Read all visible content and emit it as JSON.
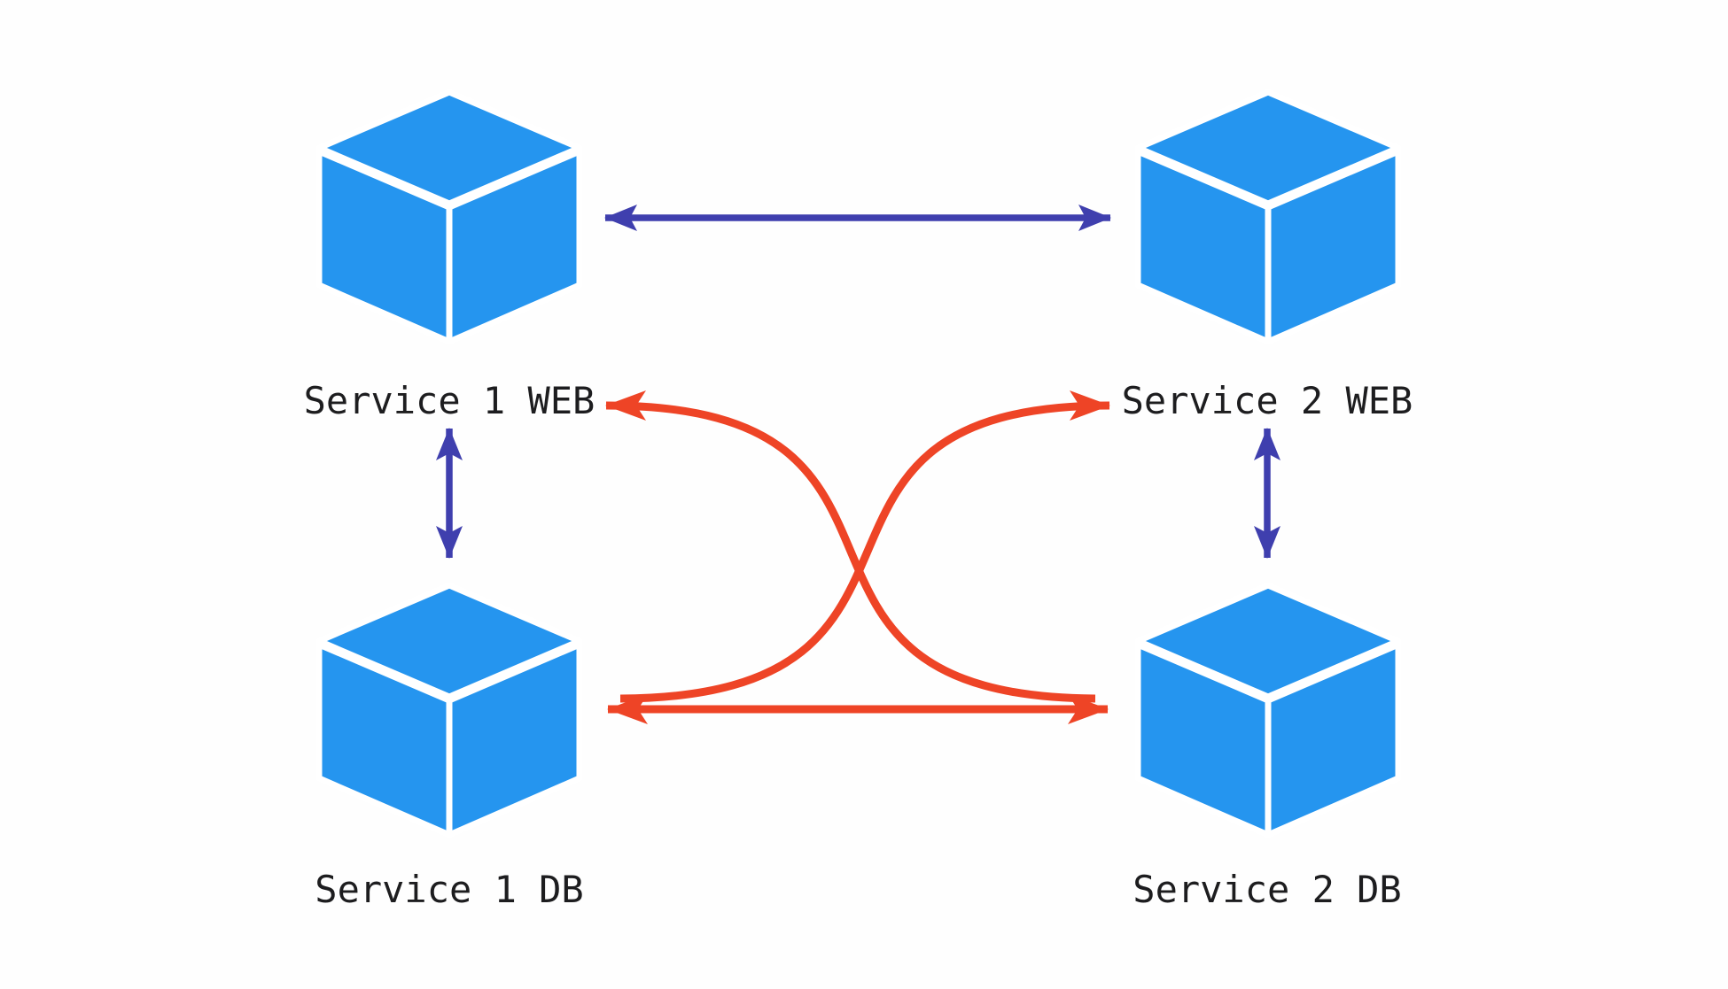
{
  "diagram": {
    "title": "",
    "colors": {
      "background": "#fefefe",
      "cube": "#2595ef",
      "cube_gap": "#ffffff",
      "sync_arrow": "#3f3fae",
      "cross_arrow": "#ee4426",
      "label": "#1d1d1f"
    },
    "nodes": [
      {
        "id": "service-1-web",
        "label": "Service 1 WEB",
        "icon": "cube-icon",
        "position": "top-left"
      },
      {
        "id": "service-2-web",
        "label": "Service 2 WEB",
        "icon": "cube-icon",
        "position": "top-right"
      },
      {
        "id": "service-1-db",
        "label": "Service 1 DB",
        "icon": "cube-icon",
        "position": "bottom-left"
      },
      {
        "id": "service-2-db",
        "label": "Service 2 DB",
        "icon": "cube-icon",
        "position": "bottom-right"
      }
    ],
    "edges": [
      {
        "from": "service-1-web",
        "to": "service-2-web",
        "color": "sync_arrow",
        "style": "straight-horizontal",
        "bidirectional": true
      },
      {
        "from": "service-1-web",
        "to": "service-1-db",
        "color": "sync_arrow",
        "style": "straight-vertical",
        "bidirectional": true
      },
      {
        "from": "service-2-web",
        "to": "service-2-db",
        "color": "sync_arrow",
        "style": "straight-vertical",
        "bidirectional": true
      },
      {
        "from": "service-1-db",
        "to": "service-2-db",
        "color": "cross_arrow",
        "style": "straight-horizontal",
        "bidirectional": true
      },
      {
        "from": "service-1-db",
        "to": "service-2-web",
        "color": "cross_arrow",
        "style": "curved-cross",
        "bidirectional": false
      },
      {
        "from": "service-2-db",
        "to": "service-1-web",
        "color": "cross_arrow",
        "style": "curved-cross",
        "bidirectional": false
      }
    ]
  }
}
